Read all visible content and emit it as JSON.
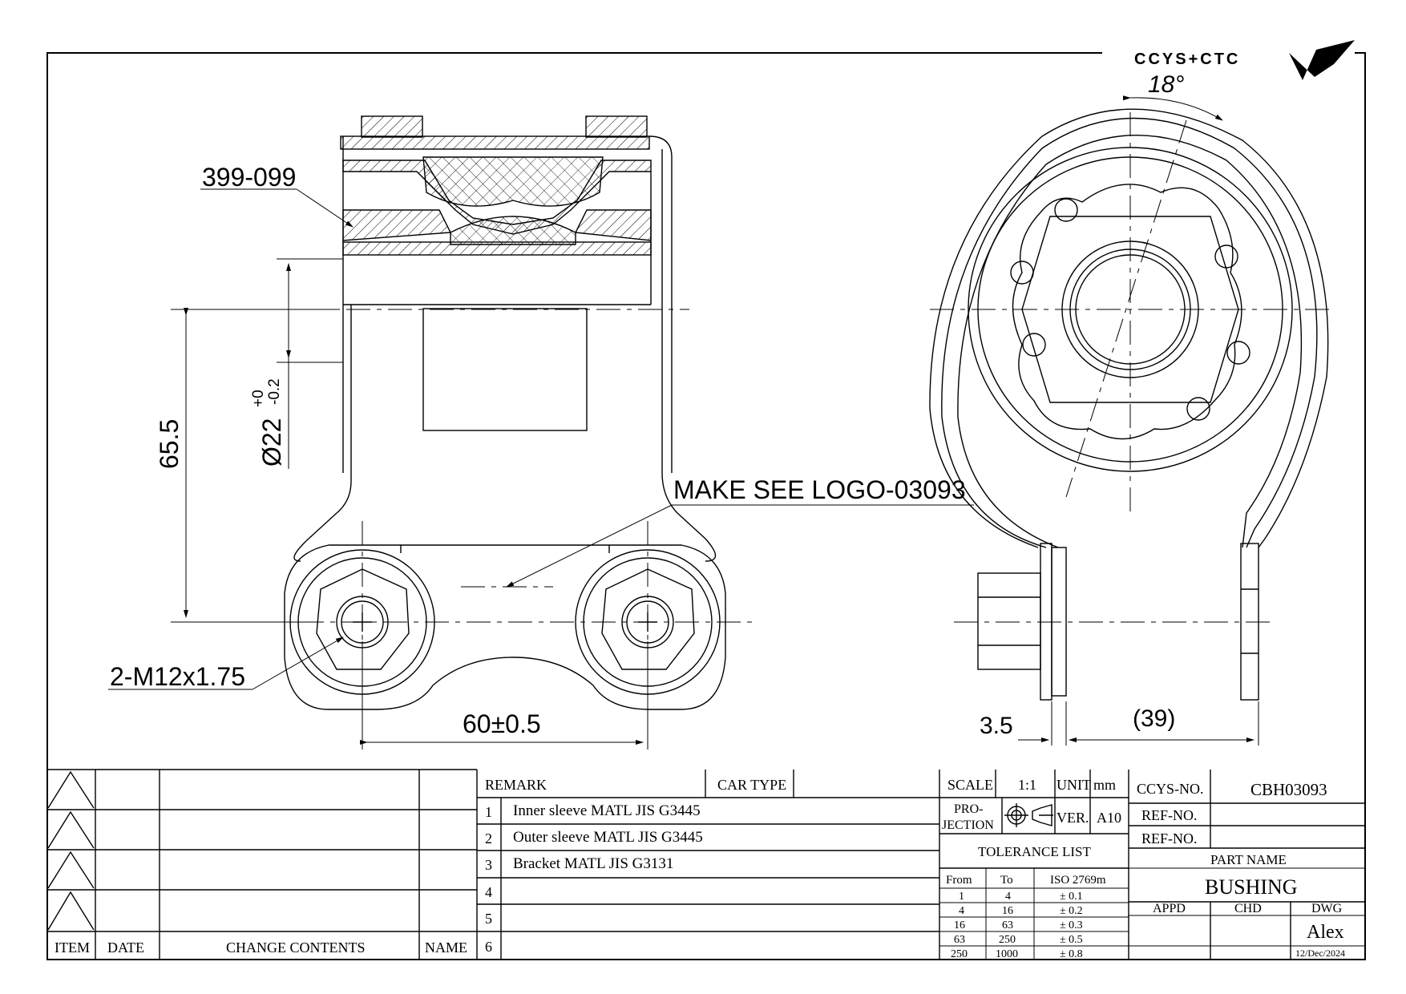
{
  "logo": {
    "text": "CCYS+CTC"
  },
  "dimensions": {
    "part_no_callout": "399-099",
    "height": "65.5",
    "diameter": "Ø22",
    "diameter_upper": "+0",
    "diameter_lower": "-0.2",
    "make_logo": "MAKE SEE LOGO-03093",
    "thread": "2-M12x1.75",
    "spacing": "60±0.5",
    "angle": "18°",
    "thickness": "3.5",
    "reference": "(39)"
  },
  "revision_table": {
    "headers": [
      "ITEM",
      "DATE",
      "CHANGE CONTENTS",
      "NAME"
    ]
  },
  "remarks": {
    "header": "REMARK",
    "car_type_label": "CAR TYPE",
    "rows": [
      {
        "no": "1",
        "text": "Inner sleeve MATL JIS G3445"
      },
      {
        "no": "2",
        "text": "Outer sleeve MATL JIS G3445"
      },
      {
        "no": "3",
        "text": "Bracket MATL JIS G3131"
      },
      {
        "no": "4",
        "text": ""
      },
      {
        "no": "5",
        "text": ""
      },
      {
        "no": "6",
        "text": ""
      }
    ]
  },
  "specs": {
    "scale_label": "SCALE",
    "scale_value": "1:1",
    "unit_label": "UNIT",
    "unit_value": "mm",
    "projection_label_1": "PRO-",
    "projection_label_2": "JECTION",
    "ver_label": "VER.",
    "ver_value": "A10",
    "tolerance_title": "TOLERANCE LIST",
    "tolerance_headers": [
      "From",
      "To",
      "ISO 2769m"
    ],
    "tolerance_rows": [
      [
        "1",
        "4",
        "± 0.1"
      ],
      [
        "4",
        "16",
        "± 0.2"
      ],
      [
        "16",
        "63",
        "± 0.3"
      ],
      [
        "63",
        "250",
        "± 0.5"
      ],
      [
        "250",
        "1000",
        "± 0.8"
      ]
    ]
  },
  "title_block": {
    "ccys_label": "CCYS-NO.",
    "ccys_value": "CBH03093",
    "ref1_label": "REF-NO.",
    "ref1_value": "",
    "ref2_label": "REF-NO.",
    "ref2_value": "",
    "part_name_label": "PART NAME",
    "part_name": "BUSHING",
    "appd_label": "APPD",
    "chd_label": "CHD",
    "dwg_label": "DWG",
    "drawer": "Alex",
    "date": "12/Dec/2024"
  }
}
